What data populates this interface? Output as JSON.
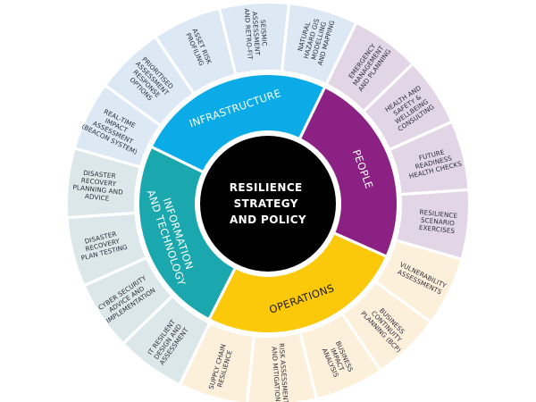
{
  "title": "Resilience strategy and policy wheel",
  "center": {
    "lines": [
      "RESILIENCE",
      "STRATEGY",
      "AND POLICY"
    ],
    "color": "#000000"
  },
  "groups": [
    {
      "id": "infrastructure",
      "lines": [
        "INFRASTRUCTURE"
      ],
      "color": "#0aabe6",
      "light": "#dce9f5",
      "text_color": "#ffffff"
    },
    {
      "id": "people",
      "lines": [
        "PEOPLE"
      ],
      "color": "#8b2283",
      "light": "#e2d6e6",
      "text_color": "#ffffff"
    },
    {
      "id": "operations",
      "lines": [
        "OPERATIONS"
      ],
      "color": "#fbc80a",
      "light": "#fcf0db",
      "text_color": "#1a1a1a"
    },
    {
      "id": "information-technology",
      "lines": [
        "INFORMATION",
        "AND TECHNOLOGY"
      ],
      "color": "#1aa7ae",
      "light": "#dce7ea",
      "text_color": "#ffffff"
    }
  ],
  "services": [
    {
      "group": "infrastructure",
      "lines": [
        "NATURAL",
        "HAZARD GIS",
        "MODELLING",
        "AND MAPPING"
      ]
    },
    {
      "group": "people",
      "lines": [
        "EMERGENCY",
        "MANAGEMENT",
        "AND PLANNING"
      ]
    },
    {
      "group": "people",
      "lines": [
        "HEALTH AND",
        "SAFETY &",
        "WELLBEING",
        "CONSULTING"
      ]
    },
    {
      "group": "people",
      "lines": [
        "FUTURE",
        "READINESS",
        "HEALTH CHECKS"
      ]
    },
    {
      "group": "people",
      "lines": [
        "RESILIENCE",
        "SCENARIO",
        "EXERCISES"
      ]
    },
    {
      "group": "operations",
      "lines": [
        "VULNERABILITY",
        "ASSESSMENTS"
      ]
    },
    {
      "group": "operations",
      "lines": [
        "BUSINESS",
        "CONTINUITY",
        "PLANNING (BCP)"
      ]
    },
    {
      "group": "operations",
      "lines": [
        "BUSINESS",
        "IMPACT",
        "ANALYSIS"
      ]
    },
    {
      "group": "operations",
      "lines": [
        "RISK ASSESSMENT",
        "AND MITIGATION"
      ]
    },
    {
      "group": "operations",
      "lines": [
        "SUPPLY CHAIN",
        "RESILIENCE"
      ]
    },
    {
      "group": "information-technology",
      "lines": [
        "IT RESILIENT",
        "DESIGN AND",
        "ASSESSMENT"
      ]
    },
    {
      "group": "information-technology",
      "lines": [
        "CYBER SECURITY",
        "ADVICE AND",
        "IMPLEMENTATION"
      ]
    },
    {
      "group": "information-technology",
      "lines": [
        "DISASTER",
        "RECOVERY",
        "PLAN TESTING"
      ]
    },
    {
      "group": "information-technology",
      "lines": [
        "DISASTER",
        "RECOVERY",
        "PLANNING AND",
        "ADVICE"
      ]
    },
    {
      "group": "infrastructure",
      "lines": [
        "REAL-TIME",
        "IMPACT",
        "ASSESSMENT",
        "(BEACON SYSTEM)"
      ]
    },
    {
      "group": "infrastructure",
      "lines": [
        "PRIORITISED",
        "ASSESSMENT",
        "RESPONSE",
        "OPTIONS"
      ]
    },
    {
      "group": "infrastructure",
      "lines": [
        "ASSET RISK",
        "PROFILING"
      ]
    },
    {
      "group": "infrastructure",
      "lines": [
        "SEISMIC",
        "ASSESSMENT",
        "AND RETRO-FIT"
      ]
    }
  ]
}
